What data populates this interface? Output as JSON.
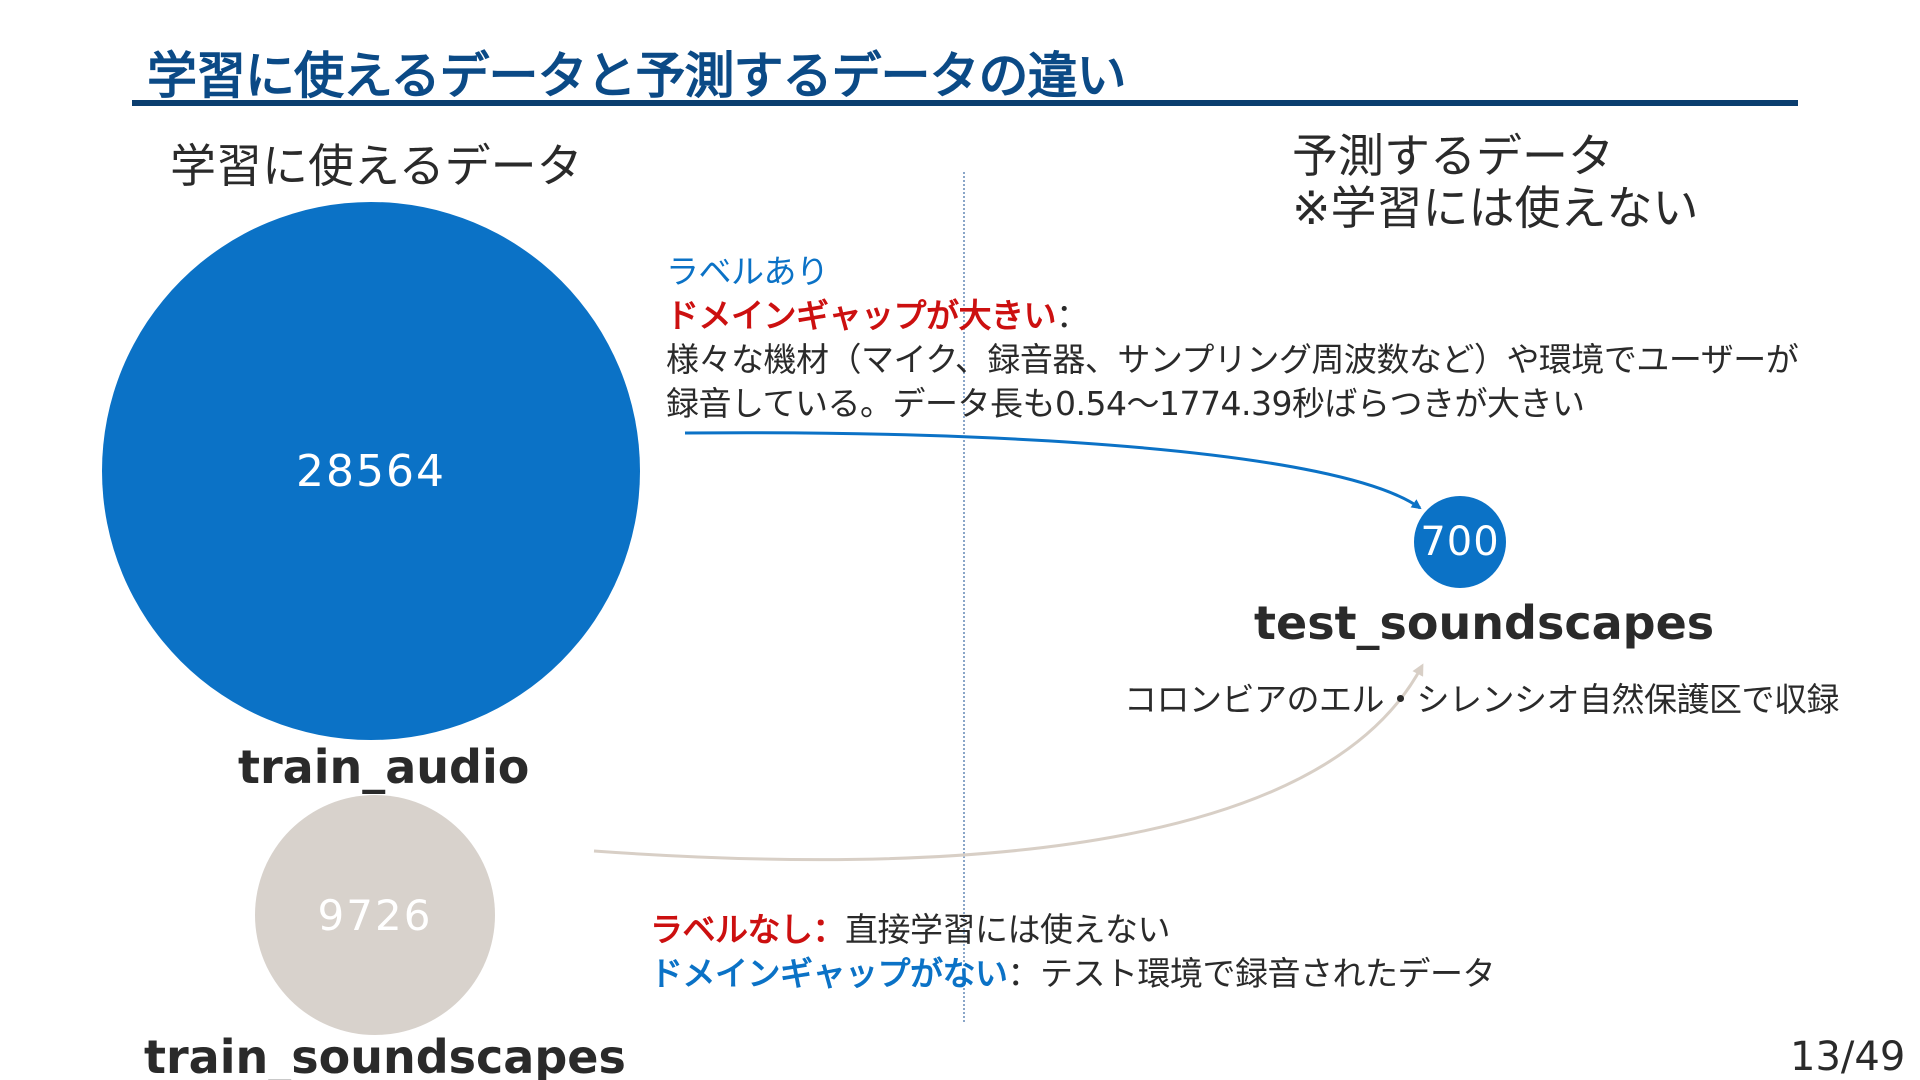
{
  "slide": {
    "title": "学習に使えるデータと予測するデータの違い",
    "page_number": "13/49"
  },
  "left_section": {
    "heading": "学習に使えるデータ"
  },
  "right_section": {
    "heading_line1": "予測するデータ",
    "heading_line2": "※学習には使えない"
  },
  "datasets": {
    "train_audio": {
      "name": "train_audio",
      "count": "28564"
    },
    "train_soundscapes": {
      "name": "train_soundscapes",
      "count": "9726"
    },
    "test_soundscapes": {
      "name": "test_soundscapes",
      "count": "700"
    }
  },
  "annotations": {
    "train_audio": {
      "label": "ラベルあり",
      "gap_term": "ドメインギャップが大きい",
      "gap_colon": "：",
      "detail_line1": "様々な機材（マイク、録音器、サンプリング周波数など）や環境でユーザーが",
      "detail_line2": "録音している。データ長も0.54～1774.39秒ばらつきが大きい"
    },
    "train_soundscapes": {
      "label": "ラベルなし：",
      "label_detail": "直接学習には使えない",
      "gap_term": "ドメインギャップがない",
      "gap_detail": "：テスト環境で録音されたデータ"
    },
    "test_soundscapes": {
      "location": "コロンビアのエル・シレンシオ自然保護区で収録"
    }
  },
  "colors": {
    "title": "#0b4a86",
    "primary_blue": "#0b72c6",
    "highlight_red": "#cc1010",
    "unlabeled_gray": "#d8d2cc",
    "arrow_gray": "#d8cfc6"
  }
}
